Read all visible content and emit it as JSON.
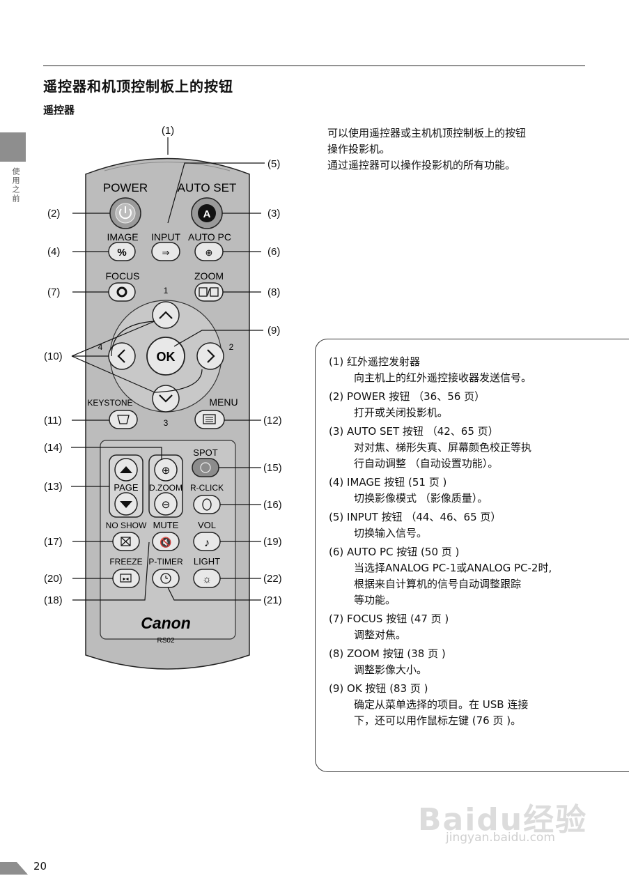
{
  "header": {
    "title": "遥控器和机顶控制板上的按钮",
    "subtitle": "遥控器",
    "side_tab": "使用之前"
  },
  "intro": [
    "可以使用遥控器或主机机顶控制板上的按钮",
    "操作投影机。",
    "通过遥控器可以操作投影机的所有功能。"
  ],
  "remote": {
    "power": "POWER",
    "auto_set": "AUTO SET",
    "image": "IMAGE",
    "input": "INPUT",
    "auto_pc": "AUTO PC",
    "focus": "FOCUS",
    "zoom": "ZOOM",
    "ok": "OK",
    "dir_up": "1",
    "dir_right": "2",
    "dir_down": "3",
    "dir_left": "4",
    "keystone": "KEYSTONE",
    "menu": "MENU",
    "spot": "SPOT",
    "page": "PAGE",
    "dzoom": "D.ZOOM",
    "rclick": "R-CLICK",
    "noshow": "NO SHOW",
    "mute": "MUTE",
    "vol": "VOL",
    "freeze": "FREEZE",
    "ptimer": "P-TIMER",
    "light": "LIGHT",
    "brand": "Canon",
    "model": "RS02"
  },
  "callouts": {
    "c1": "(1)",
    "c2": "(2)",
    "c3": "(3)",
    "c4": "(4)",
    "c5": "(5)",
    "c6": "(6)",
    "c7": "(7)",
    "c8": "(8)",
    "c9": "(9)",
    "c10": "(10)",
    "c11": "(11)",
    "c12": "(12)",
    "c13": "(13)",
    "c14": "(14)",
    "c15": "(15)",
    "c16": "(16)",
    "c17": "(17)",
    "c18": "(18)",
    "c19": "(19)",
    "c20": "(20)",
    "c21": "(21)",
    "c22": "(22)"
  },
  "items": [
    {
      "head": "(1) 红外遥控发射器",
      "lines": [
        "向主机上的红外遥控接收器发送信号。"
      ]
    },
    {
      "head": "(2) POWER 按钮 （36、56 页）",
      "lines": [
        "打开或关闭投影机。"
      ]
    },
    {
      "head": "(3) AUTO SET 按钮 （42、65 页）",
      "lines": [
        "对对焦、梯形失真、屏幕颜色校正等执",
        "行自动调整 （自动设置功能）。"
      ]
    },
    {
      "head": "(4) IMAGE 按钮 (51 页 )",
      "lines": [
        "切换影像模式 （影像质量）。"
      ]
    },
    {
      "head": "(5) INPUT 按钮 （44、46、65 页）",
      "lines": [
        "切换输入信号。"
      ]
    },
    {
      "head": "(6) AUTO PC 按钮 (50 页 )",
      "lines": [
        "当选择ANALOG PC-1或ANALOG PC-2时,",
        "根据来自计算机的信号自动调整跟踪",
        "等功能。"
      ]
    },
    {
      "head": "(7) FOCUS 按钮 (47 页 )",
      "lines": [
        "调整对焦。"
      ]
    },
    {
      "head": "(8) ZOOM 按钮 (38 页 )",
      "lines": [
        "调整影像大小。"
      ]
    },
    {
      "head": "(9) OK 按钮 (83 页 )",
      "lines": [
        "确定从菜单选择的项目。在 USB 连接",
        "下，还可以用作鼠标左键 (76 页 )。"
      ]
    }
  ],
  "page_number": "20",
  "watermark": {
    "logo": "Baidu经验",
    "url": "jingyan.baidu.com"
  }
}
